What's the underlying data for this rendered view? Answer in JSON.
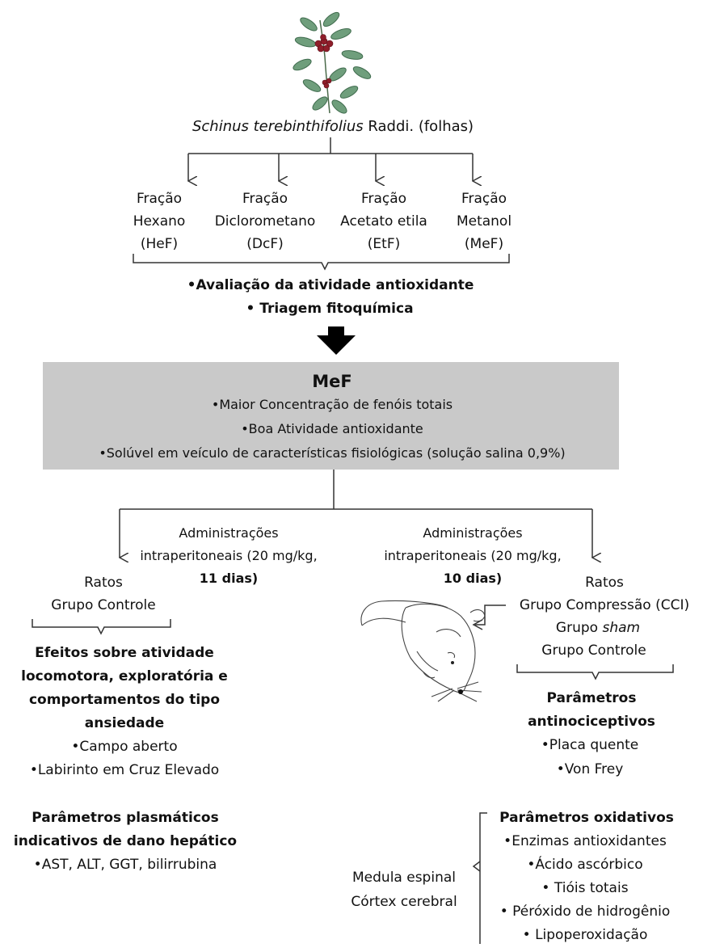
{
  "species": {
    "italic": "Schinus terebinthifolius",
    "rest": " Raddi. (folhas)"
  },
  "fractions": [
    {
      "line1": "Fração",
      "line2": "Hexano",
      "line3": "(HeF)"
    },
    {
      "line1": "Fração",
      "line2": "Diclorometano",
      "line3": "(DcF)"
    },
    {
      "line1": "Fração",
      "line2": "Acetato etila",
      "line3": "(EtF)"
    },
    {
      "line1": "Fração",
      "line2": "Metanol",
      "line3": "(MeF)"
    }
  ],
  "screening": [
    "•Avaliação da atividade antioxidante",
    "• Triagem fitoquímica"
  ],
  "mef": {
    "title": "MeF",
    "points": [
      "•Maior Concentração de fenóis totais",
      "•Boa Atividade antioxidante",
      "•Solúvel em veículo de características fisiológicas (solução salina 0,9%)"
    ]
  },
  "left_branch": {
    "admin_line1": "Administrações",
    "admin_line2": "intraperitoneais (20 mg/kg,",
    "admin_line3": "11 dias)",
    "groups": [
      "Ratos",
      "Grupo Controle"
    ],
    "effects": [
      "Efeitos sobre atividade",
      "locomotora, exploratória e",
      "comportamentos do tipo",
      "ansiedade"
    ],
    "tests": [
      "•Campo aberto",
      "•Labirinto em Cruz Elevado"
    ],
    "plasma_title": [
      "Parâmetros plasmáticos",
      "indicativos de dano hepático"
    ],
    "plasma_items": "•AST, ALT, GGT, bilirrubina"
  },
  "right_branch": {
    "admin_line1": "Administrações",
    "admin_line2": "intraperitoneais (20 mg/kg,",
    "admin_line3": "10 dias)",
    "groups": {
      "ratos": "Ratos",
      "cci": "Grupo Compressão (CCI)",
      "sham_prefix": "Grupo ",
      "sham_italic": "sham",
      "controle": "Grupo Controle"
    },
    "antinociceptive_title": [
      "Parâmetros",
      "antinociceptivos"
    ],
    "antinociceptive_items": [
      "•Placa quente",
      "•Von Frey"
    ]
  },
  "oxidative": {
    "tissues": [
      "Medula espinal",
      "Córtex cerebral"
    ],
    "title": "Parâmetros oxidativos",
    "items": [
      "•Enzimas antioxidantes",
      "•Ácido ascórbico",
      "• Tióis totais",
      "• Péróxido de hidrogênio",
      "• Lipoperoxidação"
    ]
  },
  "icons": {
    "plant": "plant-sprig-icon",
    "rat": "rat-illustration-icon",
    "big_arrow": "down-arrow-icon"
  },
  "colors": {
    "box": "#c9c9c9",
    "line": "#333333",
    "leaf": "#5d8f6a",
    "berry": "#8f1e2a"
  }
}
